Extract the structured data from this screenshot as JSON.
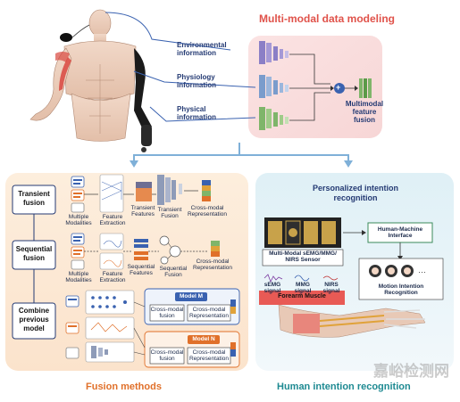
{
  "top": {
    "title": "Multi-modal data modeling",
    "inputs": [
      {
        "label": "Environmental\ninformation"
      },
      {
        "label": "Physiology\ninformation"
      },
      {
        "label": "Physical\ninformation"
      }
    ],
    "output": "Multimodal\nfeature\nfusion",
    "operator": "+",
    "title_color": "#e0524a"
  },
  "fusion_panel": {
    "title": "Fusion methods",
    "title_color": "#e0702a",
    "rows": [
      {
        "name": "Transient\nfusion",
        "steps": [
          "Multiple\nModalities",
          "Feature\nExtraction",
          "Transient\nFeatures",
          "Transient\nFusion",
          "Cross-modal\nRepresentation"
        ]
      },
      {
        "name": "Sequential\nfusion",
        "steps": [
          "Multiple\nModalities",
          "Feature\nExtraction",
          "Sequential\nFeatures",
          "Sequential\nFusion",
          "Cross-modal\nRepresentation"
        ]
      },
      {
        "name": "Combine\nprevious\nmodel",
        "models": [
          {
            "model": "Model M",
            "fusion": "Cross-modal\nfusion",
            "rep": "Cross-modal\nRepresentation"
          },
          {
            "model": "Model N",
            "fusion": "Cross-modal\nfusion",
            "rep": "Cross-modal\nRepresentation"
          }
        ]
      }
    ]
  },
  "intention_panel": {
    "subtitle": "Personalized intention\nrecognition",
    "sensor": "Multi-Modal sEMG/MMG/\nNIRS Sensor",
    "signals": [
      "sEMG\nsignal",
      "MMG\nsignal",
      "NIRS\nsignal"
    ],
    "muscle": "Forearm Muscle",
    "hmi": "Human-Machine\nInterface",
    "recognition": "Motion Intention\nRecognition",
    "title": "Human intention recognition",
    "title_color": "#1e8a92"
  },
  "watermark": "嘉峪检测网"
}
